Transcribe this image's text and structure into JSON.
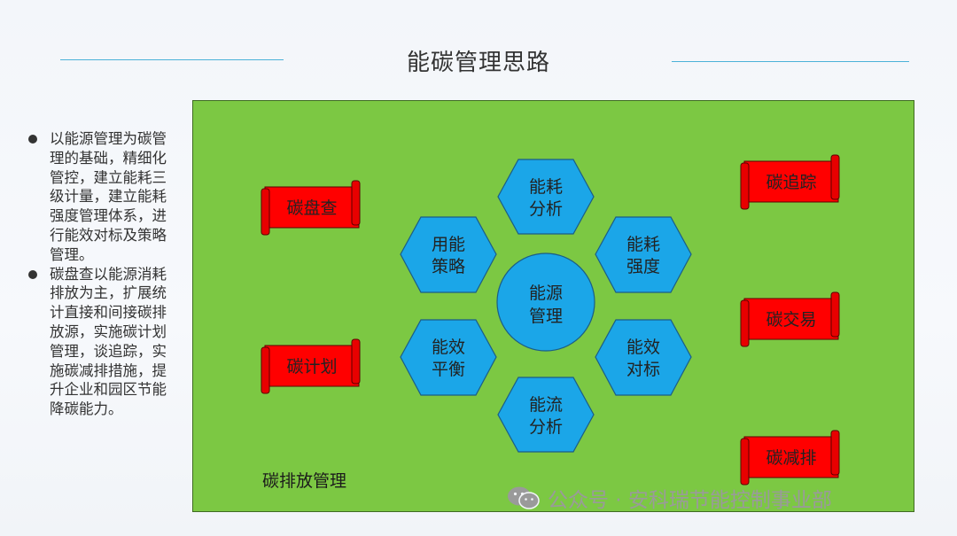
{
  "title": "能碳管理思路",
  "bullets": [
    "以能源管理为碳管理的基础，精细化管控，建立能耗三级计量，建立能耗强度管理体系，进行能效对标及策略管理。",
    "碳盘查以能源消耗排放为主，扩展统计直接和间接碳排放源，实施碳计划管理，谈追踪，实施碳减排措施，提升企业和园区节能降碳能力。"
  ],
  "panel": {
    "label": "碳排放管理",
    "color": "#7cc843"
  },
  "center": {
    "line1": "能源",
    "line2": "管理"
  },
  "hexagons": [
    {
      "line1": "能耗",
      "line2": "分析"
    },
    {
      "line1": "能耗",
      "line2": "强度"
    },
    {
      "line1": "能效",
      "line2": "对标"
    },
    {
      "line1": "能流",
      "line2": "分析"
    },
    {
      "line1": "能效",
      "line2": "平衡"
    },
    {
      "line1": "用能",
      "line2": "策略"
    }
  ],
  "scrolls": {
    "left": [
      "碳盘查",
      "碳计划"
    ],
    "right": [
      "碳追踪",
      "碳交易",
      "碳减排"
    ]
  },
  "colors": {
    "hex": "#1ba6e8",
    "scroll": "#ff0000",
    "rule": "#4cb2d8"
  },
  "watermark": "公众号 · 安科瑞节能控制事业部"
}
